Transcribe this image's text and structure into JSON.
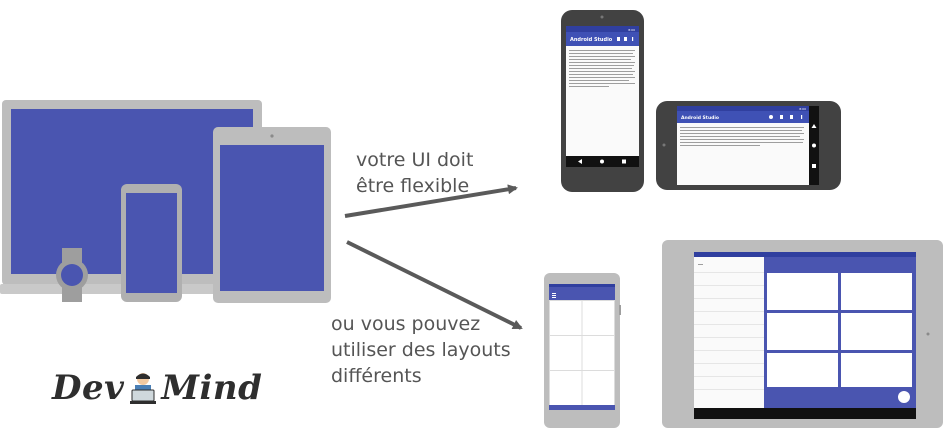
{
  "captions": {
    "flexible": [
      "votre UI doit",
      "être flexible"
    ],
    "layouts": [
      "ou vous pouvez",
      "utiliser des layouts",
      "différents"
    ]
  },
  "logo": {
    "part1": "Dev",
    "part2": "Mind",
    "mascot_icon": "laptop-mascot-icon"
  },
  "phone_portrait": {
    "app_title": "Android Studio",
    "status_time": "8:00"
  },
  "phone_landscape": {
    "app_title": "Android Studio",
    "status_time": "8:00"
  },
  "colors": {
    "primary": "#3f51b5",
    "primary_dark": "#303f9f",
    "screen_blue": "#4a55b0",
    "device_gray": "#b8b8b8",
    "device_dark": "#424242",
    "arrow": "#5a5a5a"
  }
}
